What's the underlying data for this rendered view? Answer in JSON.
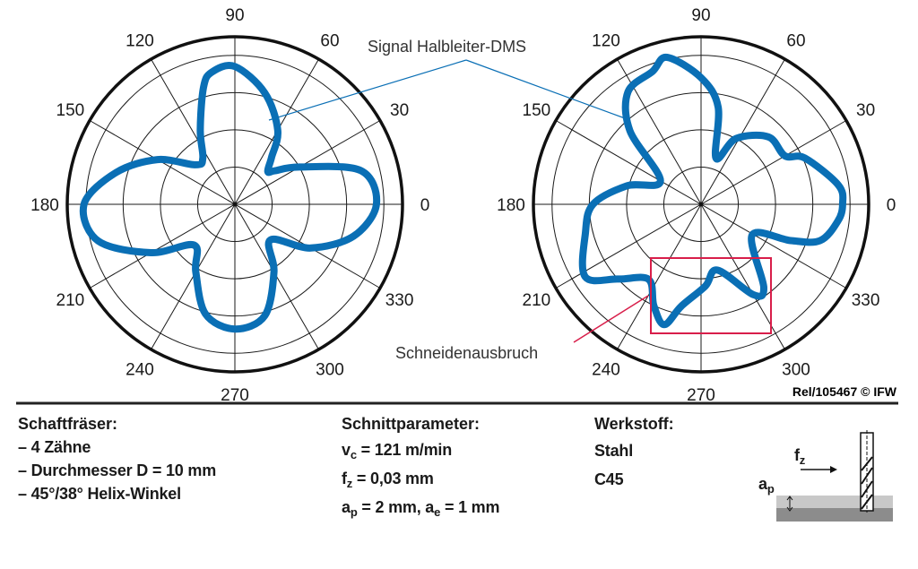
{
  "angle_labels": [
    "0",
    "30",
    "60",
    "90",
    "120",
    "150",
    "180",
    "210",
    "240",
    "270",
    "300",
    "330"
  ],
  "annotations": {
    "signal": "Signal Halbleiter-DMS",
    "breakout": "Schneidenausbruch",
    "credit": "Rel/105467 © IFW"
  },
  "colors": {
    "curve": "#0a6fb5",
    "highlight": "#d81e4a",
    "grid": "#1a1a1a"
  },
  "chart_data": [
    {
      "type": "polar",
      "name": "left-plot",
      "rings": [
        1,
        2,
        3,
        4
      ],
      "rmax": 4.5,
      "theta": [
        0,
        15,
        30,
        40,
        45,
        52,
        60,
        75,
        90,
        100,
        105,
        115,
        125,
        135,
        150,
        165,
        180,
        195,
        210,
        225,
        240,
        255,
        270,
        285,
        300,
        315,
        330,
        345
      ],
      "r": [
        3.8,
        3.5,
        2.0,
        1.4,
        1.25,
        1.6,
        2.3,
        3.1,
        3.7,
        3.6,
        3.25,
        2.2,
        1.5,
        1.5,
        2.4,
        3.3,
        4.05,
        3.8,
        2.6,
        1.55,
        2.1,
        3.05,
        3.35,
        3.1,
        2.1,
        1.35,
        2.35,
        3.3
      ]
    },
    {
      "type": "polar",
      "name": "right-plot",
      "rings": [
        1,
        2,
        3,
        4
      ],
      "rmax": 4.5,
      "theta": [
        0,
        8,
        24,
        30,
        45,
        62,
        72,
        80,
        90,
        103,
        110,
        123,
        134,
        150,
        166,
        180,
        194,
        212,
        222,
        235,
        245,
        253,
        259,
        273,
        284,
        300,
        307,
        329,
        338,
        343,
        353
      ],
      "r": [
        3.8,
        3.72,
        3.05,
        2.6,
        2.56,
        2.0,
        1.3,
        2.65,
        3.4,
        4.05,
        3.8,
        3.6,
        2.75,
        1.26,
        2.05,
        2.9,
        3.2,
        3.67,
        3.0,
        2.46,
        3.0,
        3.38,
        2.79,
        2.2,
        1.82,
        2.8,
        2.8,
        1.6,
        2.6,
        3.34,
        3.7
      ]
    }
  ],
  "tool": {
    "title": "Schaftfräser:",
    "items": [
      "– 4 Zähne",
      "– Durchmesser D = 10 mm",
      "– 45°/38° Helix-Winkel"
    ]
  },
  "params": {
    "title": "Schnittparameter:",
    "vc_sym": "v",
    "vc_sub": "c",
    "vc_val": " = 121 m/min",
    "fz_sym": "f",
    "fz_sub": "z",
    "fz_val": " = 0,03 mm",
    "ap_sym": "a",
    "ap_sub": "p",
    "ap_val": " = 2 mm, a",
    "ae_sub": "e",
    "ae_val": " = 1 mm"
  },
  "material": {
    "title": "Werkstoff:",
    "lines": [
      "Stahl",
      "C45"
    ]
  },
  "sketch": {
    "fz_sym": "f",
    "fz_sub": "z",
    "ap_sym": "a",
    "ap_sub": "p"
  }
}
